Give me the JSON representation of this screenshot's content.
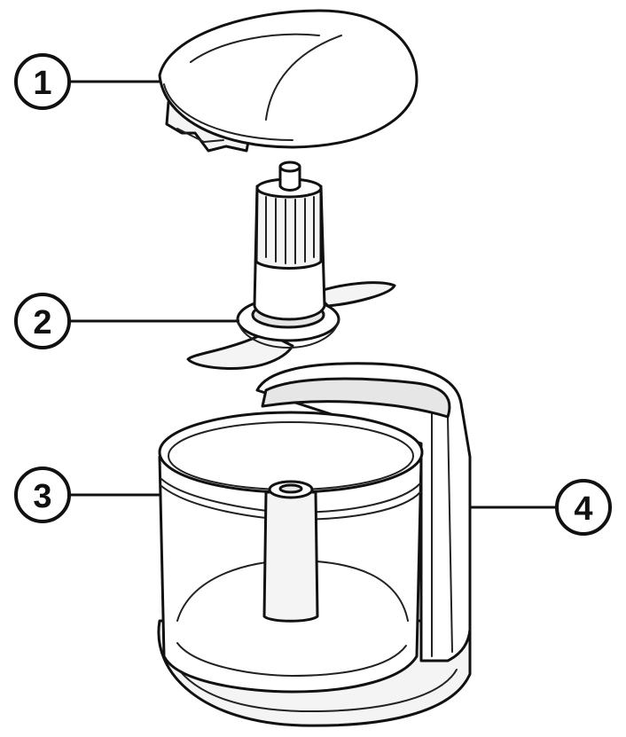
{
  "callouts": [
    {
      "number": "1",
      "part": "lid"
    },
    {
      "number": "2",
      "part": "blade"
    },
    {
      "number": "3",
      "part": "bowl"
    },
    {
      "number": "4",
      "part": "motor base"
    }
  ],
  "colors": {
    "ink": "#111111",
    "background": "#ffffff"
  }
}
